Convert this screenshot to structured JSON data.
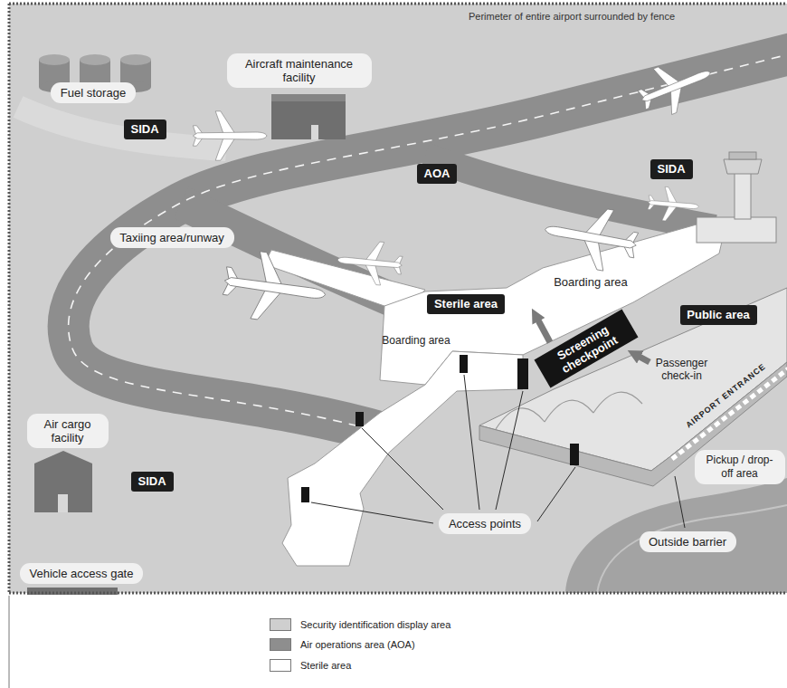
{
  "diagram": {
    "nodes": [
      {
        "text": [
          "Fuel storage"
        ]
      },
      {
        "text": [
          "Aircraft maintenance facility"
        ]
      },
      {
        "text": [
          "SIDA"
        ]
      },
      {
        "text": [
          "AOA"
        ]
      },
      {
        "text": [
          "SIDA"
        ]
      },
      {
        "text": [
          "Taxiing area/runway"
        ]
      },
      {
        "text": [
          "Sterile area"
        ]
      },
      {
        "text": [
          "Screening checkpoint"
        ]
      },
      {
        "text": [
          "Public area"
        ]
      },
      {
        "text": [
          "Air cargo facility"
        ]
      },
      {
        "text": [
          "SIDA"
        ]
      },
      {
        "text": [
          "Access points"
        ]
      },
      {
        "text": [
          "Pickup / drop-off area"
        ]
      },
      {
        "text": [
          "Outside barrier"
        ]
      },
      {
        "text": [
          "Vehicle access gate"
        ]
      }
    ],
    "labels": [
      "Perimeter of entire airport surrounded by fence",
      "Boarding area",
      "Boarding area",
      "Passenger check-in",
      "AIRPORT ENTRANCE"
    ],
    "legend": [
      {
        "text": "Security identification display area",
        "color": "#cfcfcf"
      },
      {
        "text": "Air operations area (AOA)",
        "color": "#8e8e8e"
      },
      {
        "text": "Sterile area",
        "color": "#ffffff"
      }
    ]
  }
}
